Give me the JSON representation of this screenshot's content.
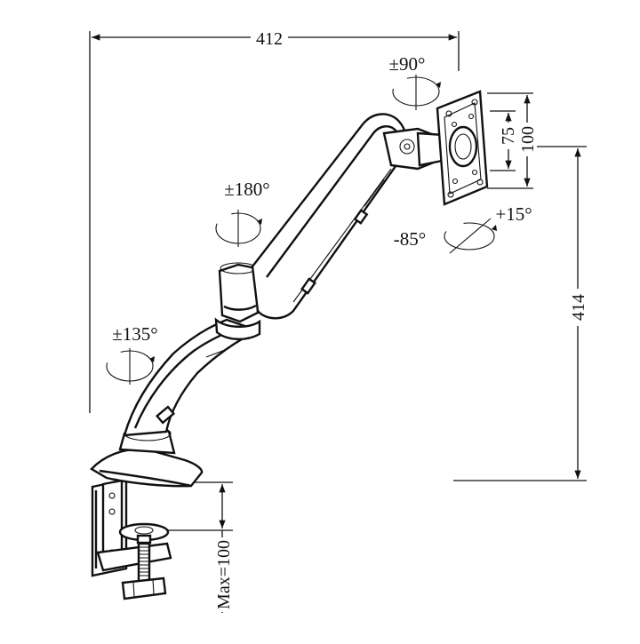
{
  "colors": {
    "ink": "#111111",
    "background": "#ffffff"
  },
  "dimensions": {
    "width": "412",
    "height": "414",
    "vesa_small": "75",
    "vesa_large": "100",
    "clamp_max": "Max=100"
  },
  "rotations": {
    "monitor_swivel": "±90°",
    "elbow_swivel": "±180°",
    "base_swivel": "±135°",
    "tilt_up": "+15°",
    "tilt_down": "-85°"
  }
}
